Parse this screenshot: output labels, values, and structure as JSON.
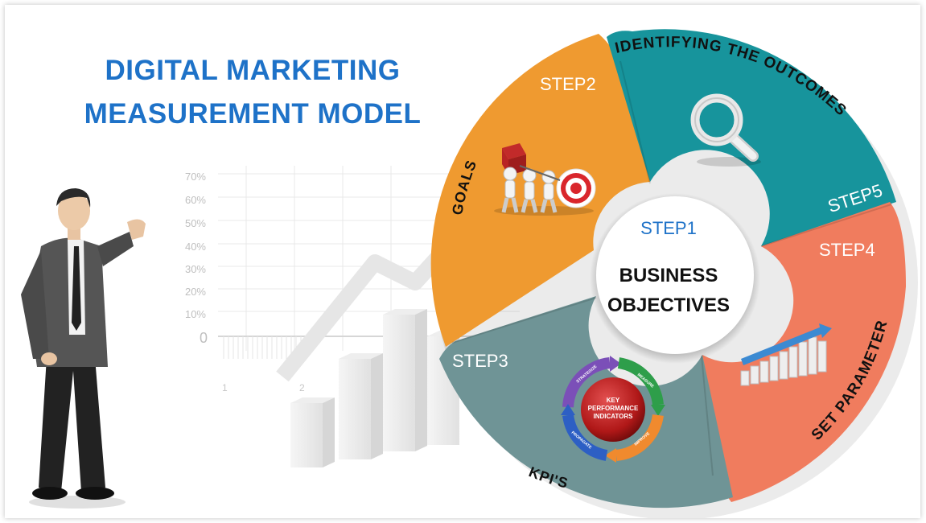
{
  "title": {
    "line1": "DIGITAL MARKETING",
    "line2": "MEASUREMENT MODEL"
  },
  "background_chart": {
    "y_tick_labels": [
      "70%",
      "60%",
      "50%",
      "40%",
      "30%",
      "20%",
      "10%",
      "0"
    ],
    "x_tick_labels": [
      "1",
      "2"
    ]
  },
  "center": {
    "step": "STEP1",
    "line1": "BUSINESS",
    "line2": "OBJECTIVES"
  },
  "segments": {
    "goals": {
      "step": "STEP2",
      "label": "GOALS",
      "color": "#ef9a30"
    },
    "outcomes": {
      "step": "STEP5",
      "label": "IDENTIFYING THE OUTCOMES",
      "color": "#17949c"
    },
    "parameters": {
      "step": "STEP4",
      "label": "SET PARAMETERS",
      "color": "#f07c5e"
    },
    "kpis": {
      "step": "STEP3",
      "label": "KPI'S",
      "color": "#6f9496"
    }
  },
  "kpi_cycle": {
    "center_line1": "KEY",
    "center_line2": "PERFORMANCE",
    "center_line3": "INDICATORS",
    "arc_labels": [
      "STRATEGIZE",
      "MEASURE",
      "IMPROVE",
      "PROPAGATE"
    ]
  },
  "colors": {
    "title": "#1e72c8",
    "center_step": "#1e72c8"
  }
}
